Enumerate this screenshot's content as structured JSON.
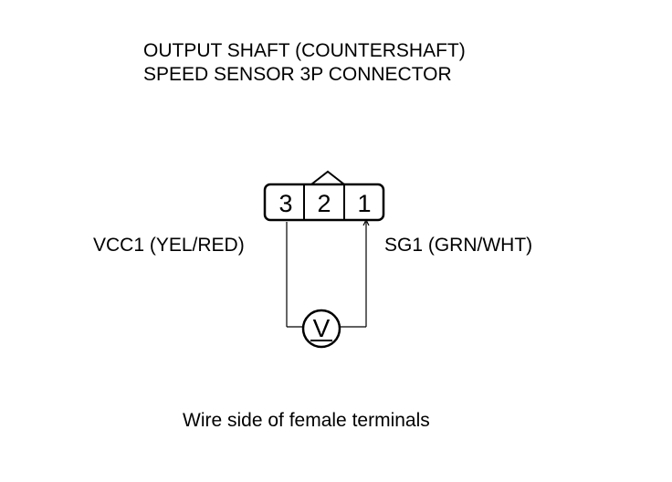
{
  "title": {
    "line1": "OUTPUT SHAFT (COUNTERSHAFT)",
    "line2": "SPEED SENSOR 3P CONNECTOR"
  },
  "connector": {
    "pins": [
      "3",
      "2",
      "1"
    ]
  },
  "wires": {
    "left_label": "VCC1 (YEL/RED)",
    "right_label": "SG1 (GRN/WHT)"
  },
  "meter": {
    "symbol": "V"
  },
  "caption": "Wire side of female terminals"
}
